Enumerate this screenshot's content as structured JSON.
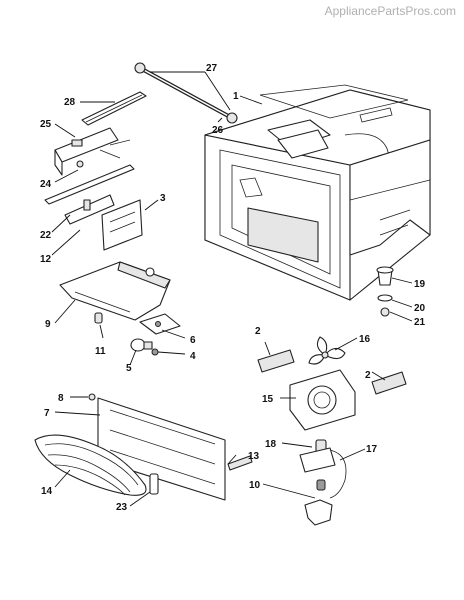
{
  "watermark": "AppliancePartsPros.com",
  "callouts": [
    {
      "id": "c1",
      "label": "1"
    },
    {
      "id": "c2a",
      "label": "2"
    },
    {
      "id": "c2b",
      "label": "2"
    },
    {
      "id": "c3",
      "label": "3"
    },
    {
      "id": "c4",
      "label": "4"
    },
    {
      "id": "c5",
      "label": "5"
    },
    {
      "id": "c6",
      "label": "6"
    },
    {
      "id": "c7",
      "label": "7"
    },
    {
      "id": "c8",
      "label": "8"
    },
    {
      "id": "c9",
      "label": "9"
    },
    {
      "id": "c10",
      "label": "10"
    },
    {
      "id": "c11",
      "label": "11"
    },
    {
      "id": "c12",
      "label": "12"
    },
    {
      "id": "c13",
      "label": "13"
    },
    {
      "id": "c14",
      "label": "14"
    },
    {
      "id": "c15",
      "label": "15"
    },
    {
      "id": "c16",
      "label": "16"
    },
    {
      "id": "c17",
      "label": "17"
    },
    {
      "id": "c18",
      "label": "18"
    },
    {
      "id": "c19",
      "label": "19"
    },
    {
      "id": "c20",
      "label": "20"
    },
    {
      "id": "c21",
      "label": "21"
    },
    {
      "id": "c22",
      "label": "22"
    },
    {
      "id": "c23",
      "label": "23"
    },
    {
      "id": "c24",
      "label": "24"
    },
    {
      "id": "c25",
      "label": "25"
    },
    {
      "id": "c26",
      "label": "26"
    },
    {
      "id": "c27",
      "label": "27"
    },
    {
      "id": "c28",
      "label": "28"
    }
  ]
}
